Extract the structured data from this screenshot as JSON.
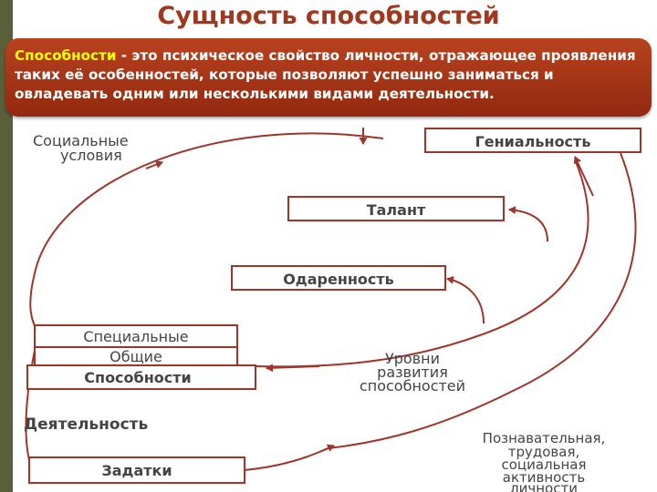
{
  "title": "Сущность способностей",
  "definition": {
    "term": "Способности",
    "text": " - это психическое свойство личности, отражающее проявления таких её особенностей, которые позволяют успешно заниматься и овладевать одним или несколькими видами деятельности."
  },
  "diagram": {
    "social_conditions": [
      "Социальные",
      "условия"
    ],
    "levels": [
      "Уровни",
      "развития",
      "способностей"
    ],
    "activity_types": [
      "Познавательная,",
      "трудовая,",
      "социальная",
      "активность",
      "личности"
    ],
    "boxes": {
      "genius": "Гениальность",
      "talent": "Талант",
      "giftedness": "Одаренность",
      "special": "Специальные",
      "general": "Общие",
      "abilities": "Способности",
      "inclinations": "Задатки"
    },
    "activity": "Деятельность"
  },
  "colors": {
    "title": "#a0381f",
    "definition_bg": "#a8361a",
    "definition_term": "#ffff00",
    "diagram_lines": "#a0342a",
    "diagram_text": "#444444"
  }
}
